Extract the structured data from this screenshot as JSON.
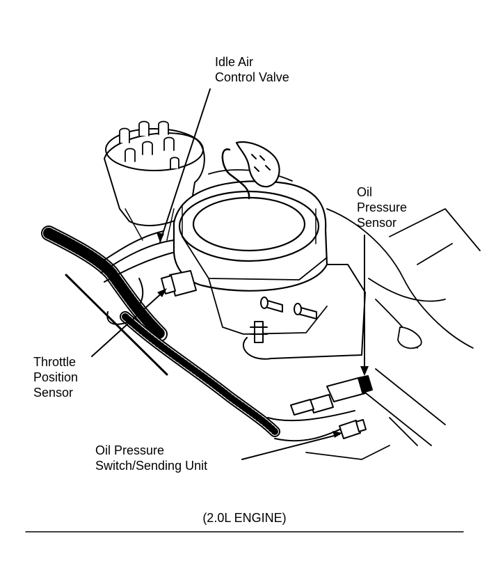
{
  "labels": {
    "idle_air": [
      "Idle Air",
      "Control Valve"
    ],
    "oil_pressure_sensor": [
      "Oil",
      "Pressure",
      "Sensor"
    ],
    "throttle_position": [
      "Throttle",
      "Position",
      "Sensor"
    ],
    "oil_pressure_switch": [
      "Oil Pressure",
      "Switch/Sending Unit"
    ]
  },
  "caption": "(2.0L ENGINE)",
  "colors": {
    "ink": "#000000",
    "paper": "#ffffff"
  }
}
